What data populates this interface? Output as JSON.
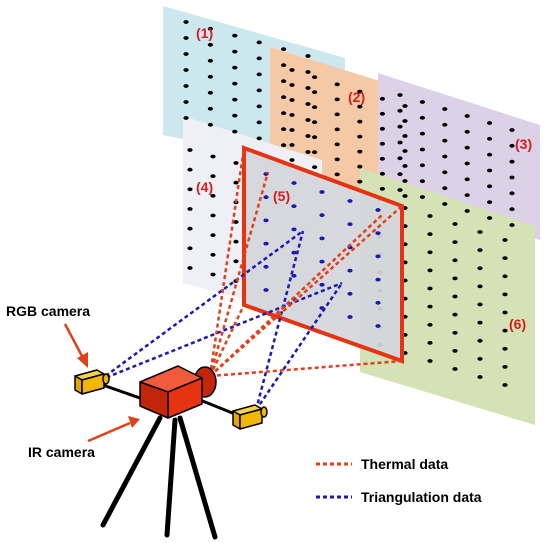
{
  "panels": [
    {
      "id": "panel-1",
      "label": "(1)",
      "color": "#cde7ee"
    },
    {
      "id": "panel-2",
      "label": "(2)",
      "color": "#f6c9a6"
    },
    {
      "id": "panel-3",
      "label": "(3)",
      "color": "#dcd1e6"
    },
    {
      "id": "panel-4",
      "label": "(4)",
      "color": "#eef0f5"
    },
    {
      "id": "panel-5",
      "label": "(5)",
      "color": "#d4d6db"
    },
    {
      "id": "panel-6",
      "label": "(6)",
      "color": "#d4e2b5"
    }
  ],
  "cameras": {
    "rgb_label": "RGB camera",
    "ir_label": "IR camera"
  },
  "legend": {
    "thermal": "Thermal data",
    "triangulation": "Triangulation data"
  },
  "colors": {
    "thermal": "#e0401b",
    "triangulation": "#1a1ab3",
    "label_red": "#d81b1b",
    "ir_camera": "#e63312",
    "rgb_camera": "#f2b705",
    "target_frame": "#e63312"
  }
}
